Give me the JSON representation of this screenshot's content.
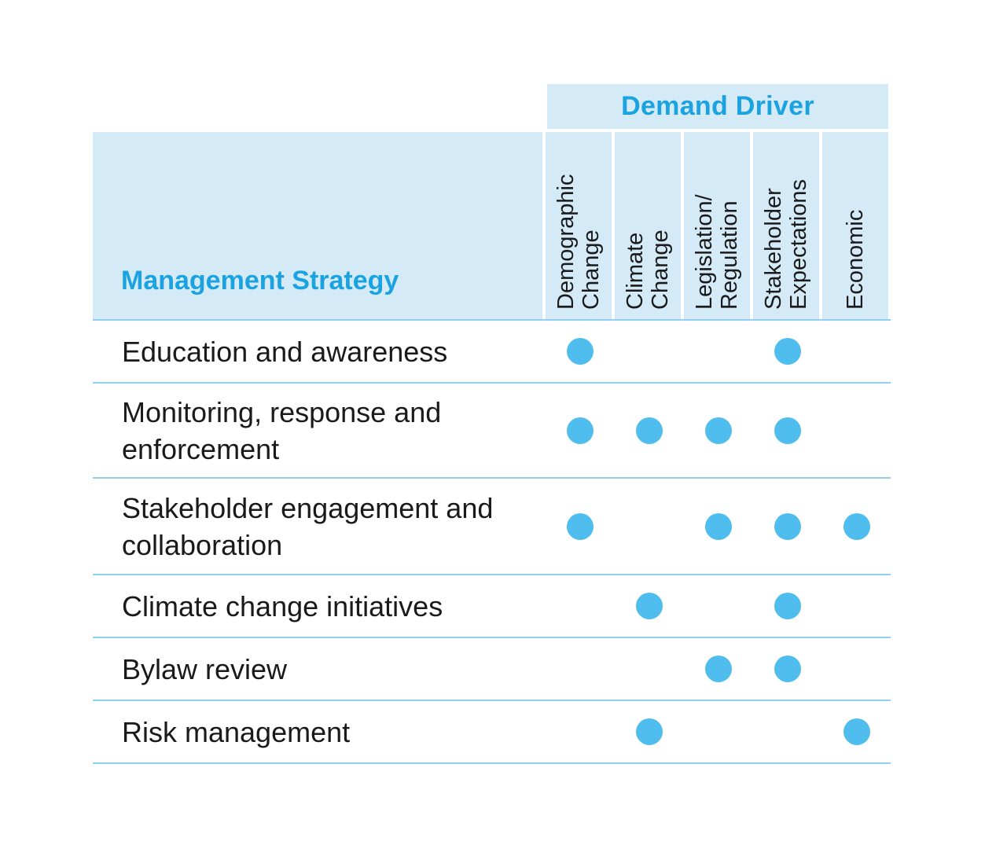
{
  "header": {
    "demand_driver": "Demand Driver",
    "management_strategy": "Management Strategy"
  },
  "columns": [
    {
      "id": "demographic",
      "lines": [
        "Demographic",
        "Change"
      ]
    },
    {
      "id": "climate",
      "lines": [
        "Climate",
        "Change"
      ]
    },
    {
      "id": "legislation",
      "lines": [
        "Legislation/",
        "Regulation"
      ]
    },
    {
      "id": "stakeholder",
      "lines": [
        "Stakeholder",
        "Expectations"
      ]
    },
    {
      "id": "economic",
      "lines": [
        "Economic"
      ]
    }
  ],
  "rows": [
    {
      "lines": [
        "Education and awareness"
      ],
      "marks": [
        true,
        false,
        false,
        true,
        false
      ]
    },
    {
      "lines": [
        "Monitoring, response and",
        "enforcement"
      ],
      "marks": [
        true,
        true,
        true,
        true,
        false
      ]
    },
    {
      "lines": [
        "Stakeholder engagement and",
        "collaboration"
      ],
      "marks": [
        true,
        false,
        true,
        true,
        true
      ]
    },
    {
      "lines": [
        "Climate change initiatives"
      ],
      "marks": [
        false,
        true,
        false,
        true,
        false
      ]
    },
    {
      "lines": [
        "Bylaw review"
      ],
      "marks": [
        false,
        false,
        true,
        true,
        false
      ]
    },
    {
      "lines": [
        "Risk management"
      ],
      "marks": [
        false,
        true,
        false,
        false,
        true
      ]
    }
  ],
  "colors": {
    "header_bg": "#d5eaf7",
    "accent": "#1aa3e0",
    "dot": "#4fbdee",
    "rule": "#8fd0ee"
  }
}
